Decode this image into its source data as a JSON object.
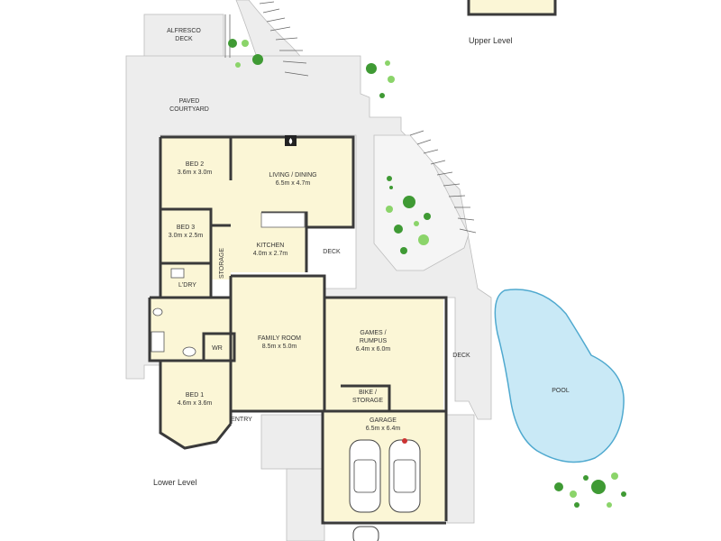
{
  "levels": {
    "upper": "Upper Level",
    "lower": "Lower Level"
  },
  "rooms": {
    "alfresco": {
      "name": "ALFRESCO",
      "name2": "DECK"
    },
    "courtyard": {
      "name": "PAVED",
      "name2": "COURTYARD"
    },
    "bed2": {
      "name": "BED 2",
      "size": "3.6m x 3.0m"
    },
    "living": {
      "name": "LIVING / DINING",
      "size": "6.5m x 4.7m"
    },
    "bed3": {
      "name": "BED 3",
      "size": "3.0m x 2.5m"
    },
    "kitchen": {
      "name": "KITCHEN",
      "size": "4.0m x 2.7m"
    },
    "deck_upper": {
      "name": "DECK"
    },
    "storage": {
      "name": "STORAGE"
    },
    "laundry": {
      "name": "L'DRY"
    },
    "family": {
      "name": "FAMILY ROOM",
      "size": "8.5m x 5.0m"
    },
    "games": {
      "name": "GAMES /",
      "name2": "RUMPUS",
      "size": "6.4m x 6.0m"
    },
    "wr": {
      "name": "WR"
    },
    "deck_side": {
      "name": "DECK"
    },
    "bike": {
      "name": "BIKE /",
      "name2": "STORAGE"
    },
    "bed1": {
      "name": "BED 1",
      "size": "4.6m x 3.6m"
    },
    "entry": {
      "name": "ENTRY"
    },
    "garage": {
      "name": "GARAGE",
      "size": "6.5m x 6.4m"
    },
    "pool": {
      "name": "POOL"
    }
  },
  "colors": {
    "room_fill": "#fbf6d6",
    "paving": "#ededed",
    "pool_fill": "#c9e9f6",
    "pool_stroke": "#4fa9cf",
    "tree_dark": "#3f9a34",
    "tree_light": "#8bd46a",
    "wall": "#3a3a3a"
  }
}
